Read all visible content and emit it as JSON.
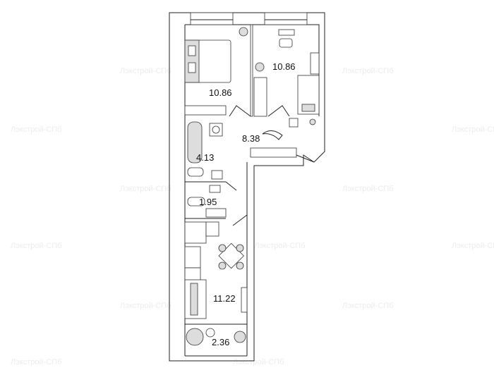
{
  "watermark": "Лэкстрой-СПб",
  "rooms": [
    {
      "name": "bedroom-1",
      "area": "10.86"
    },
    {
      "name": "bedroom-2",
      "area": "10.86"
    },
    {
      "name": "hallway",
      "area": "8.38"
    },
    {
      "name": "bathroom",
      "area": "4.13"
    },
    {
      "name": "toilet",
      "area": "1.95"
    },
    {
      "name": "kitchen-living",
      "area": "11.22"
    },
    {
      "name": "balcony",
      "area": "2.36"
    }
  ],
  "colors": {
    "wall": "#222222",
    "furniture_fill": "#dddddd",
    "watermark": "#ececec"
  }
}
